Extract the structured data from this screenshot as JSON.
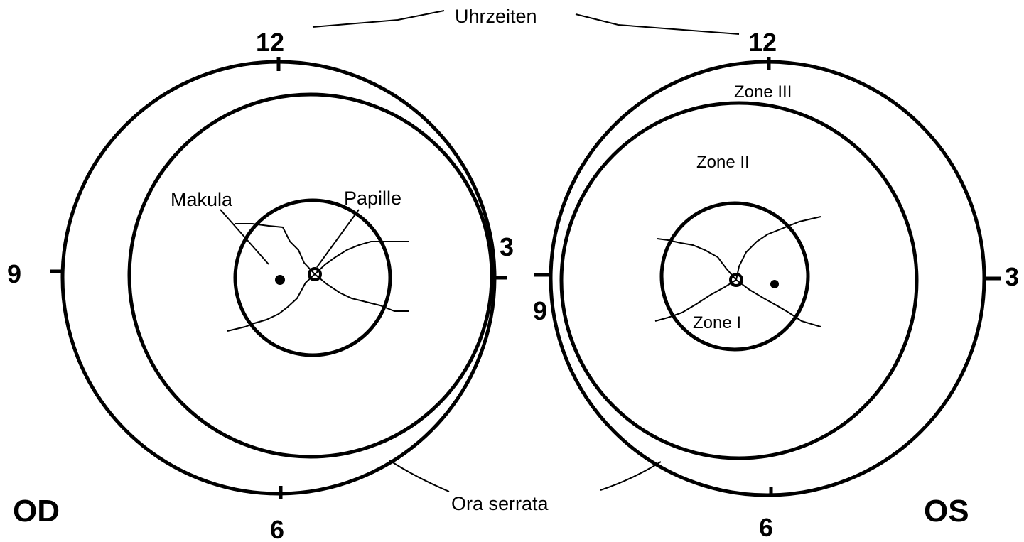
{
  "labels": {
    "clock_hours": "Uhrzeiten",
    "ora_serrata": "Ora serrata",
    "macula": "Makula",
    "papilla": "Papille",
    "zone_1": "Zone I",
    "zone_2": "Zone II",
    "zone_3": "Zone III"
  },
  "right_eye": {
    "name": "OD",
    "hour_12": "12",
    "hour_3": "3",
    "hour_6": "6",
    "hour_9": "9"
  },
  "left_eye": {
    "name": "OS",
    "hour_12": "12",
    "hour_3": "3",
    "hour_6": "6",
    "hour_9": "9"
  },
  "colors": {
    "stroke": "#000000",
    "background": "#ffffff"
  }
}
